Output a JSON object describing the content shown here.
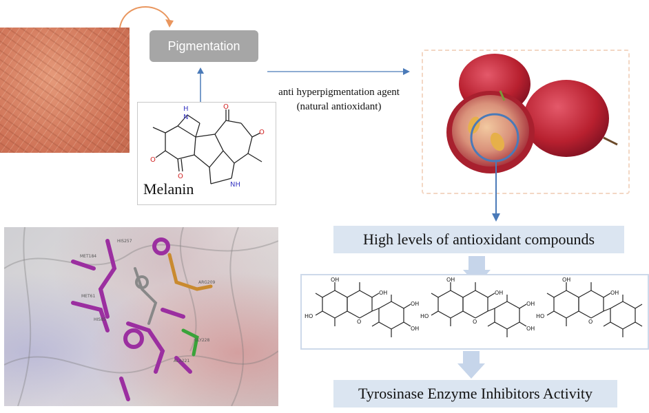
{
  "pigmentation_label": "Pigmentation",
  "melanin_label": "Melanin",
  "agent_label_line1": "anti hyperpigmentation agent",
  "agent_label_line2": "(natural antioxidant)",
  "high_levels_label": "High levels of antioxidant compounds",
  "tyrosinase_label": "Tyrosinase Enzyme Inhibitors Activity",
  "melanin_atoms": {
    "nh_top": "H",
    "n_top": "N",
    "o_right_top": "O",
    "o_right": "O",
    "o_left": "O",
    "o_left_bottom": "O",
    "nh_bottom": "NH"
  },
  "flavonoid_atoms": {
    "oh_top": "OH",
    "oh_ring": "OH",
    "ho_left": "HO",
    "o_ring": "O",
    "oh_right1": "OH",
    "oh_right2": "OH"
  },
  "docking_residues": [
    "MET184",
    "MET61",
    "ARG209",
    "ALA221",
    "HIS85",
    "GLY228",
    "HIS257"
  ],
  "colors": {
    "arrow": "#4a7ab8",
    "box_gray": "#a6a6a6",
    "box_blue": "#dbe5f1",
    "chevron": "#c6d5ea",
    "grape_red": "#c0283a",
    "skin": "#d98166",
    "nitrogen": "#3b3bc4",
    "oxygen": "#d02020",
    "ligand_purple": "#9b2fa0",
    "ligand_orange": "#c98a2f",
    "ligand_green": "#3aa33a"
  },
  "icons": [
    "curved-arrow-icon",
    "arrow-up-icon",
    "arrow-right-icon",
    "arrow-down-icon",
    "chevron-down-icon"
  ]
}
